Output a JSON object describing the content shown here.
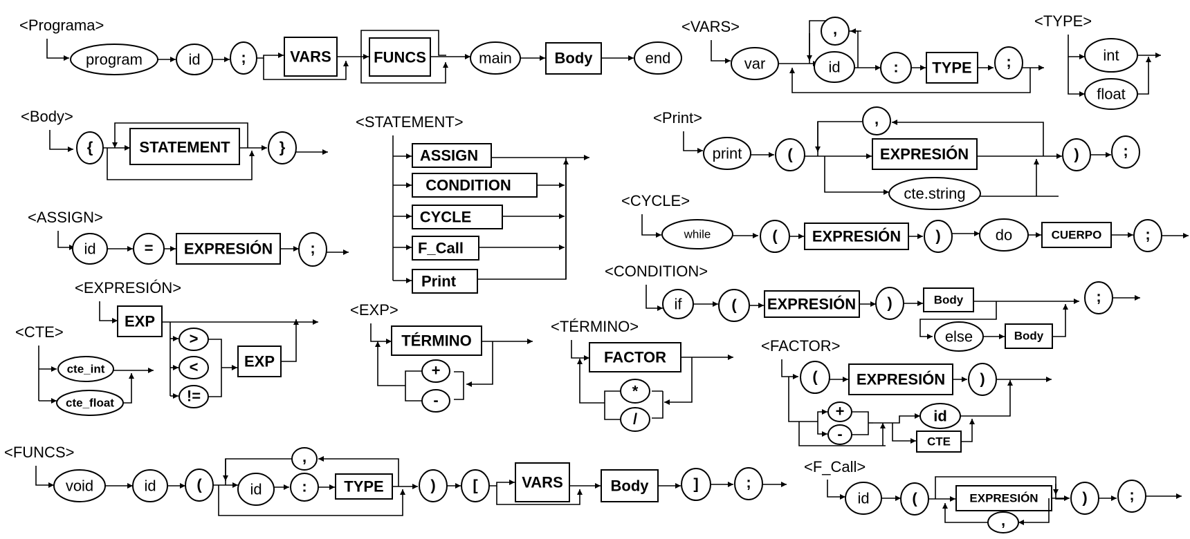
{
  "headings": {
    "programa": "<Programa>",
    "vars": "<VARS>",
    "type": "<TYPE>",
    "body": "<Body>",
    "statement": "<STATEMENT>",
    "print": "<Print>",
    "assign": "<ASSIGN>",
    "cycle": "<CYCLE>",
    "expresion": "<EXPRESIÓN>",
    "condition": "<CONDITION>",
    "cte": "<CTE>",
    "exp": "<EXP>",
    "termino": "<TÉRMINO>",
    "factor": "<FACTOR>",
    "funcs": "<FUNCS>",
    "fcall": "<F_Call>"
  },
  "programa": {
    "t_program": "program",
    "t_id": "id",
    "t_semi": ";",
    "r_vars": "VARS",
    "r_funcs": "FUNCS",
    "t_main": "main",
    "r_body": "Body",
    "t_end": "end"
  },
  "vars": {
    "t_var": "var",
    "t_comma": ",",
    "t_id": "id",
    "t_colon": ":",
    "r_type": "TYPE",
    "t_semi": ";"
  },
  "type": {
    "t_int": "int",
    "t_float": "float"
  },
  "body": {
    "t_lbrace": "{",
    "r_statement": "STATEMENT",
    "t_rbrace": "}"
  },
  "statement": {
    "r_assign": "ASSIGN",
    "r_condition": "CONDITION",
    "r_cycle": "CYCLE",
    "r_fcall": "F_Call",
    "r_print": "Print"
  },
  "print": {
    "t_print": "print",
    "t_lparen": "(",
    "t_comma": ",",
    "r_expresion": "EXPRESIÓN",
    "t_ctestring": "cte.string",
    "t_rparen": ")",
    "t_semi": ";"
  },
  "assign": {
    "t_id": "id",
    "t_eq": "=",
    "r_expresion": "EXPRESIÓN",
    "t_semi": ";"
  },
  "cycle": {
    "t_while": "while",
    "t_lparen": "(",
    "r_expresion": "EXPRESIÓN",
    "t_rparen": ")",
    "t_do": "do",
    "r_cuerpo": "CUERPO",
    "t_semi": ";"
  },
  "expresion": {
    "r_exp": "EXP",
    "t_gt": ">",
    "t_lt": "<",
    "t_ne": "!=",
    "r_exp2": "EXP"
  },
  "condition": {
    "t_if": "if",
    "t_lparen": "(",
    "r_expresion": "EXPRESIÓN",
    "t_rparen": ")",
    "r_body": "Body",
    "t_else": "else",
    "r_body2": "Body",
    "t_semi": ";"
  },
  "cte": {
    "t_cteint": "cte_int",
    "t_ctefloat": "cte_float"
  },
  "exp": {
    "r_termino": "TÉRMINO",
    "t_plus": "+",
    "t_minus": "-"
  },
  "termino": {
    "r_factor": "FACTOR",
    "t_mult": "*",
    "t_div": "/"
  },
  "factor": {
    "t_lparen": "(",
    "r_expresion": "EXPRESIÓN",
    "t_rparen": ")",
    "t_plus": "+",
    "t_minus": "-",
    "t_id": "id",
    "r_cte": "CTE"
  },
  "funcs": {
    "t_void": "void",
    "t_id": "id",
    "t_lparen": "(",
    "t_comma": ",",
    "t_id2": "id",
    "t_colon": ":",
    "r_type": "TYPE",
    "t_rparen": ")",
    "t_lbrack": "[",
    "r_vars": "VARS",
    "r_body": "Body",
    "t_rbrack": "]",
    "t_semi": ";"
  },
  "fcall": {
    "t_id": "id",
    "t_lparen": "(",
    "r_expresion": "EXPRESIÓN",
    "t_comma": ",",
    "t_rparen": ")",
    "t_semi": ";"
  }
}
